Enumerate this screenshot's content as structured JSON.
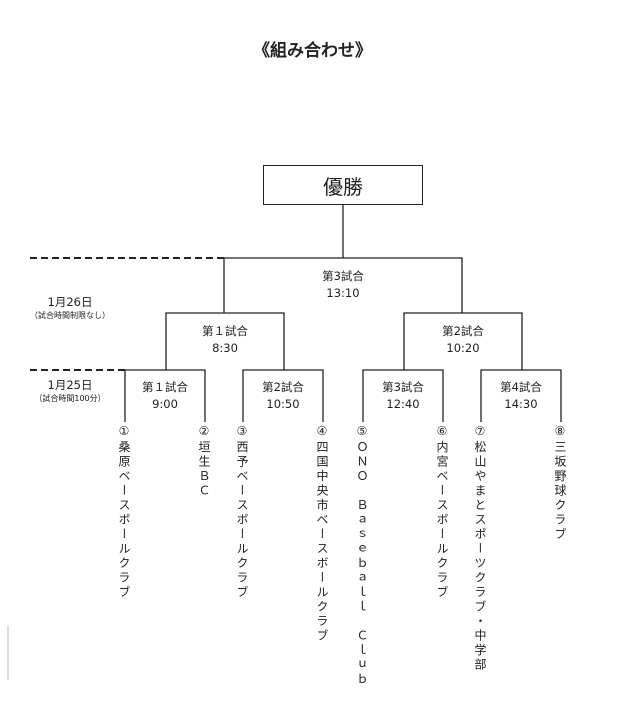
{
  "title": "《組み合わせ》",
  "champion": "優勝",
  "dates": [
    {
      "date": "1月26日",
      "note": "（試合時間制限なし）"
    },
    {
      "date": "1月25日",
      "note": "（試合時間100分）"
    }
  ],
  "final": {
    "label": "第3試合",
    "time": "13:10"
  },
  "semis": [
    {
      "label": "第１試合",
      "time": "8:30"
    },
    {
      "label": "第2試合",
      "time": "10:20"
    }
  ],
  "first_round": [
    {
      "label": "第１試合",
      "time": "9:00"
    },
    {
      "label": "第2試合",
      "time": "10:50"
    },
    {
      "label": "第3試合",
      "time": "12:40"
    },
    {
      "label": "第4試合",
      "time": "14:30"
    }
  ],
  "teams": [
    "①桑原ベースボールクラブ",
    "②垣生ＢＣ",
    "③西予ベースボールクラブ",
    "④四国中央市ベースボールクラブ",
    "⑤ＯＮＯ　Ｂａｓｅｂａｌｌ　Ｃｌｕｂ",
    "⑥内宮ベースボールクラブ",
    "⑦松山やまとスポーツクラブ・中学部",
    "⑧三坂野球クラブ"
  ]
}
